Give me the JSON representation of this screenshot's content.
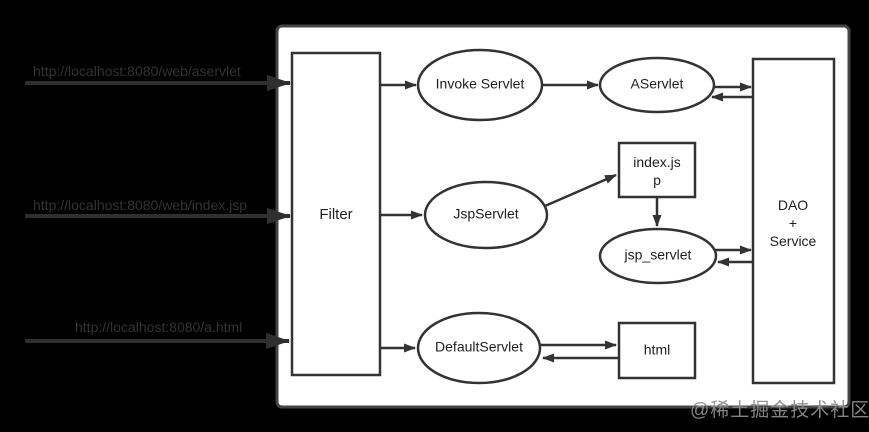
{
  "background_color": "#000000",
  "container": {
    "fill": "#ffffff",
    "border_color": "#444444"
  },
  "stroke_color": "#333333",
  "requests": [
    {
      "label": "http://localhost:8080/web/aservlet"
    },
    {
      "label": "http://localhost:8080/web/index.jsp"
    },
    {
      "label": "http://localhost:8080/a.html"
    }
  ],
  "nodes": {
    "filter": {
      "label": "Filter",
      "shape": "rect"
    },
    "invoke_servlet": {
      "label": "Invoke Servlet",
      "shape": "ellipse"
    },
    "aservlet": {
      "label": "AServlet",
      "shape": "ellipse"
    },
    "jspservlet": {
      "label": "JspServlet",
      "shape": "ellipse"
    },
    "index_jsp": {
      "label": "index.jsp",
      "label_lines": [
        "index.js",
        "p"
      ],
      "shape": "rect"
    },
    "jsp_servlet": {
      "label": "jsp_servlet",
      "shape": "ellipse"
    },
    "default_servlet": {
      "label": "DefaultServlet",
      "shape": "ellipse"
    },
    "html": {
      "label": "html",
      "shape": "rect"
    },
    "dao_service": {
      "label": "DAO + Service",
      "label_lines": [
        "DAO",
        "+",
        "Service"
      ],
      "shape": "rect"
    }
  },
  "edges": [
    {
      "from": "request-1",
      "to": "filter"
    },
    {
      "from": "filter",
      "to": "invoke_servlet"
    },
    {
      "from": "invoke_servlet",
      "to": "aservlet"
    },
    {
      "from": "aservlet",
      "to": "dao_service",
      "bidirectional": true
    },
    {
      "from": "request-2",
      "to": "filter"
    },
    {
      "from": "filter",
      "to": "jspservlet"
    },
    {
      "from": "jspservlet",
      "to": "index_jsp"
    },
    {
      "from": "index_jsp",
      "to": "jsp_servlet"
    },
    {
      "from": "jsp_servlet",
      "to": "dao_service",
      "bidirectional": true
    },
    {
      "from": "request-3",
      "to": "filter"
    },
    {
      "from": "filter",
      "to": "default_servlet"
    },
    {
      "from": "default_servlet",
      "to": "html",
      "bidirectional": true
    }
  ],
  "watermark": {
    "text": "@稀土掘金技术社区",
    "color": "#8c8c8c"
  }
}
